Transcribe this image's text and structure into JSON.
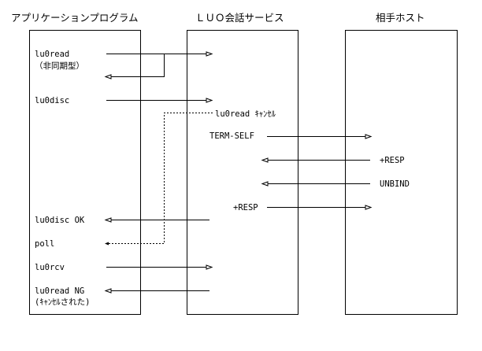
{
  "headers": {
    "app": "アプリケーションプログラム",
    "luo": "ＬＵＯ会話サービス",
    "host": "相手ホスト"
  },
  "messages": {
    "lu0read": "lu0read",
    "lu0read_sub": "（非同期型）",
    "lu0disc": "lu0disc",
    "lu0read_cancel": "lu0read ｷｬﾝｾﾙ",
    "term_self": "TERM-SELF",
    "resp1": "+RESP",
    "unbind": "UNBIND",
    "resp2": "+RESP",
    "lu0disc_ok": "lu0disc OK",
    "poll": "poll",
    "lu0rcv": "lu0rcv",
    "lu0read_ng": "lu0read NG",
    "lu0read_ng_sub": "(ｷｬﾝｾﾙされた)"
  }
}
